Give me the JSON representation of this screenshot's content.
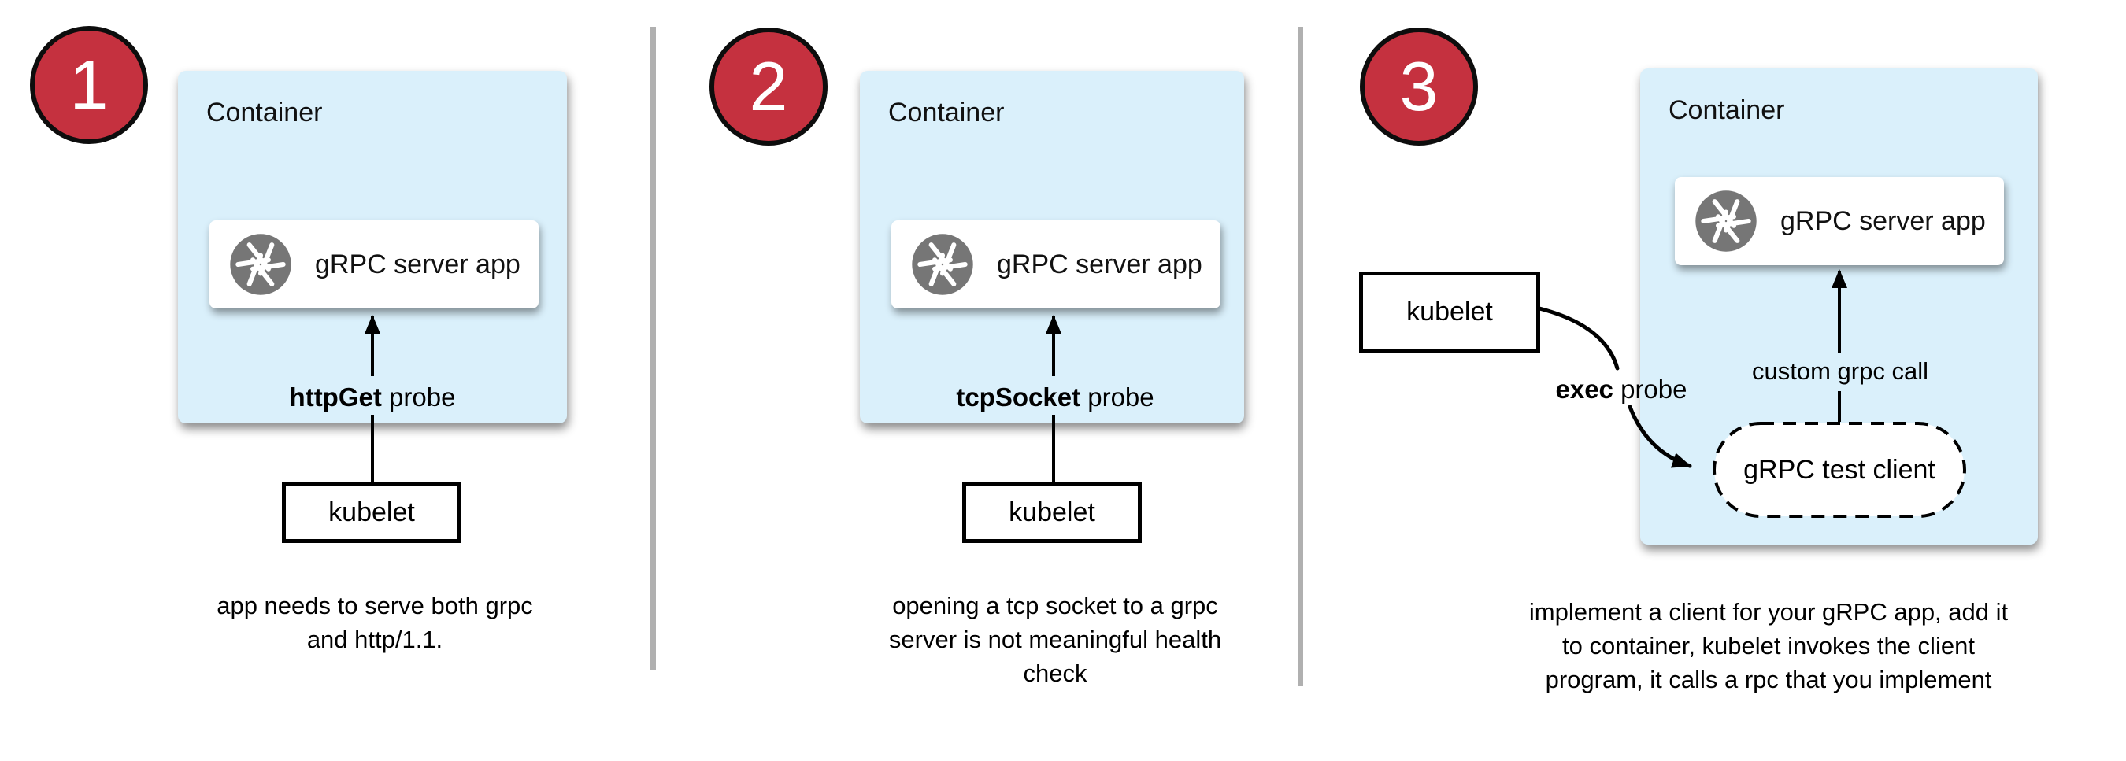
{
  "colors": {
    "badge_red": "#c5313f",
    "container_blue": "#daf0fb",
    "icon_gray": "#767676",
    "divider_gray": "#b0b0b0"
  },
  "panels": [
    {
      "number": "1",
      "container_label": "Container",
      "app_label": "gRPC server app",
      "app_icon": "aperture-icon",
      "probe_bold": "httpGet",
      "probe_rest": " probe",
      "kubelet_label": "kubelet",
      "caption": "app needs to serve both grpc\nand http/1.1."
    },
    {
      "number": "2",
      "container_label": "Container",
      "app_label": "gRPC server app",
      "app_icon": "aperture-icon",
      "probe_bold": "tcpSocket",
      "probe_rest": " probe",
      "kubelet_label": "kubelet",
      "caption": "opening a tcp socket to a grpc\nserver is not meaningful health\ncheck"
    },
    {
      "number": "3",
      "container_label": "Container",
      "app_label": "gRPC server app",
      "app_icon": "aperture-icon",
      "probe_bold": "exec",
      "probe_rest": " probe",
      "kubelet_label": "kubelet",
      "arrow_label": "custom grpc call",
      "client_label": "gRPC test client",
      "caption": "implement a client for your gRPC app, add it\nto container, kubelet invokes the client\nprogram, it calls a rpc that you implement"
    }
  ]
}
